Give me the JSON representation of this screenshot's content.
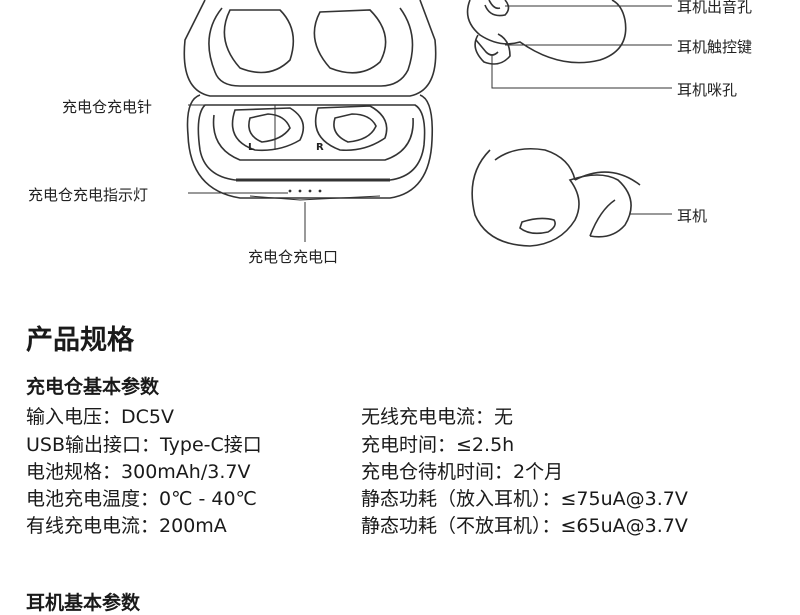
{
  "diagram": {
    "labels": {
      "charging_pins": "充电仓充电针",
      "indicator": "充电仓充电指示灯",
      "charging_port": "充电仓充电口",
      "sound_hole": "耳机出音孔",
      "touch_key": "耳机触控键",
      "mic_hole": "耳机咪孔",
      "ear_part": "耳机",
      "left_mark": "L",
      "right_mark": "R"
    }
  },
  "section": {
    "title": "产品规格",
    "case_title": "充电仓基本参数",
    "left_specs": [
      {
        "key": "输入电压：",
        "value": "DC5V"
      },
      {
        "key": "USB输出接口：",
        "value": "Type-C接口"
      },
      {
        "key": "电池规格：",
        "value": "300mAh/3.7V"
      },
      {
        "key": "电池充电温度：",
        "value": "0℃ - 40℃"
      },
      {
        "key": "有线充电电流：",
        "value": "200mA"
      }
    ],
    "right_specs": [
      {
        "key": "无线充电电流：",
        "value": "无"
      },
      {
        "key": "充电时间：",
        "value": "≤2.5h"
      },
      {
        "key": "充电仓待机时间：",
        "value": "2个月"
      },
      {
        "key": "静态功耗（放入耳机）：",
        "value": "≤75uA@3.7V"
      },
      {
        "key": "静态功耗（不放耳机）：",
        "value": "≤65uA@3.7V"
      }
    ],
    "next_title": "耳机基本参数"
  }
}
